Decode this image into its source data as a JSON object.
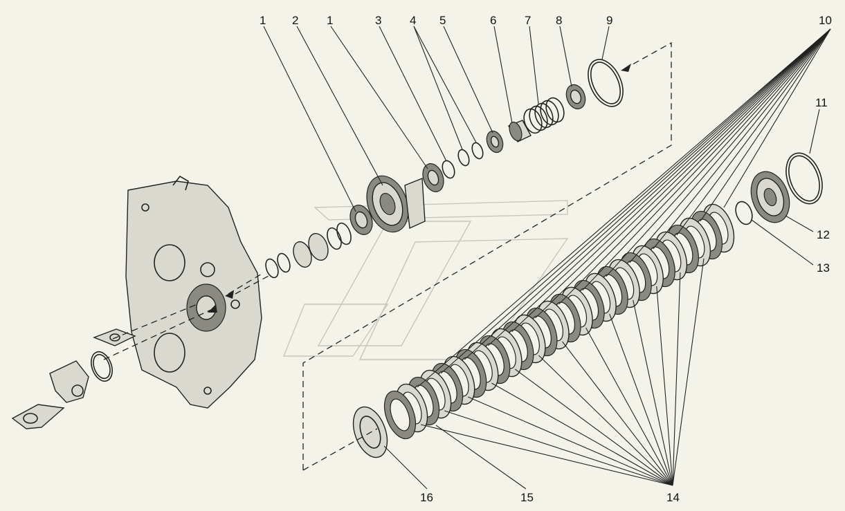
{
  "diagram": {
    "labels": {
      "l1a": "1",
      "l2": "2",
      "l1b": "1",
      "l3": "3",
      "l4": "4",
      "l5": "5",
      "l6": "6",
      "l7": "7",
      "l8": "8",
      "l9": "9",
      "l10": "10",
      "l11": "11",
      "l12": "12",
      "l13": "13",
      "l14": "14",
      "l15": "15",
      "l16": "16"
    },
    "colors": {
      "background": "#f3f3ea",
      "line": "#222222",
      "fill": "#d9d9cf",
      "watermark": "#c6c6bc"
    },
    "friction_disc_count": 14
  }
}
